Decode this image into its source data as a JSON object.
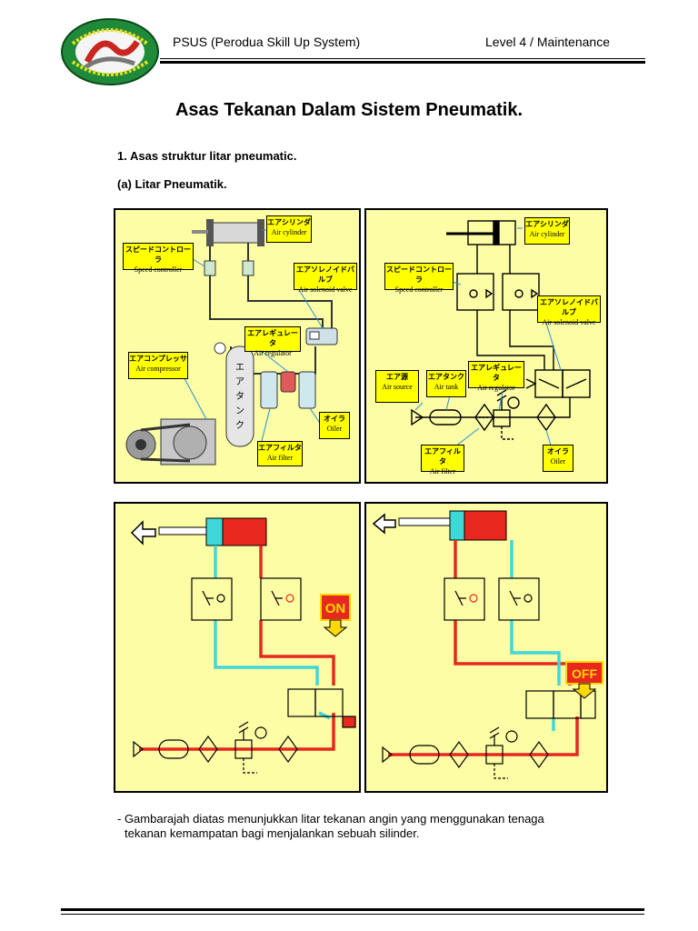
{
  "header": {
    "logo_text": "PERODUA TECHNICAL EDUCATION CENTRE",
    "left": "PSUS (Perodua Skill Up System)",
    "right": "Level 4 / Maintenance"
  },
  "title": "Asas Tekanan Dalam Sistem Pneumatik.",
  "section_heading": "1. Asas struktur litar pneumatic.",
  "subsection_heading": "(a) Litar Pneumatik.",
  "panel1": {
    "tank_kana": "エアタンク",
    "labels": {
      "cylinder": {
        "jp": "エアシリンダ",
        "en": "Air cylinder"
      },
      "speed": {
        "jp": "スピードコントローラ",
        "en": "Speed controller"
      },
      "solenoid": {
        "jp": "エアソレノイドバルブ",
        "en": "Air solenoid valve"
      },
      "regulator": {
        "jp": "エアレギュレータ",
        "en": "Air regulator"
      },
      "compressor": {
        "jp": "エアコンプレッサ",
        "en": "Air compressor"
      },
      "oiler": {
        "jp": "オイラ",
        "en": "Oiler"
      },
      "filter": {
        "jp": "エアフィルタ",
        "en": "Air filter"
      }
    }
  },
  "panel2": {
    "labels": {
      "cylinder": {
        "jp": "エアシリンダ",
        "en": "Air cylinder"
      },
      "speed": {
        "jp": "スピードコントローラ",
        "en": "Speed controller"
      },
      "solenoid": {
        "jp": "エアソレノイドバルブ",
        "en": "Air solenoid valve"
      },
      "source": {
        "jp": "エア源",
        "en": "Air source"
      },
      "tank": {
        "jp": "エアタンク",
        "en": "Air tank"
      },
      "regulator": {
        "jp": "エアレギュレータ",
        "en": "Air regulator"
      },
      "filter": {
        "jp": "エアフィルタ",
        "en": "Air filter"
      },
      "oiler": {
        "jp": "オイラ",
        "en": "Oiler"
      }
    }
  },
  "panel3": {
    "state": "ON"
  },
  "panel4": {
    "state": "OFF"
  },
  "description_line1": "- Gambarajah diatas menunjukkan litar tekanan angin yang menggunakan tenaga",
  "description_line2": "tekanan kemampatan bagi menjalankan sebuah silinder.",
  "colors": {
    "panel_bg": "#fdfda6",
    "label_bg": "#ffff00",
    "pressure": "#e8281e",
    "exhaust": "#3fd8d8"
  }
}
